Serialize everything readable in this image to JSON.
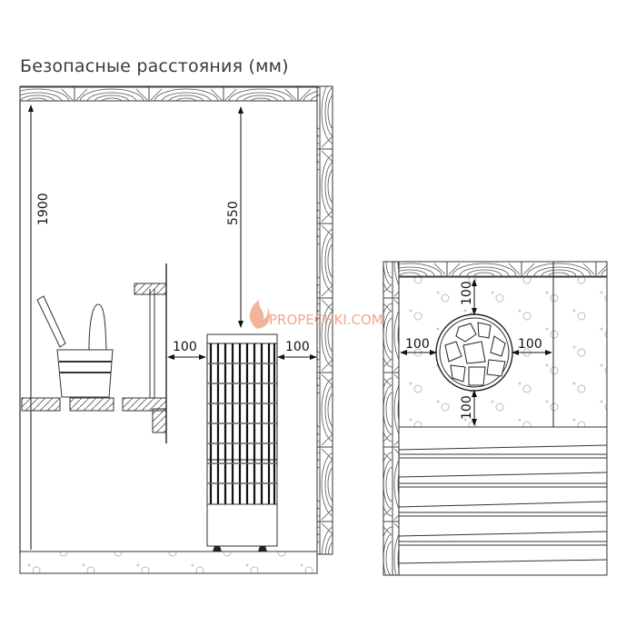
{
  "title": "Безопасные расстояния (мм)",
  "watermark": {
    "text": "PROPECHKI.COM",
    "color": "#f0a88a"
  },
  "side_view": {
    "dimensions": {
      "ceiling_height": "1900",
      "heater_to_ceiling": "550",
      "heater_left_clearance": "100",
      "heater_right_clearance": "100"
    },
    "elements": [
      "wall-wood-logs",
      "ceiling-logs",
      "bench",
      "sauna-bucket-with-ladle",
      "guard-rail",
      "heater",
      "floor"
    ]
  },
  "top_view": {
    "dimensions": {
      "top_clearance": "100",
      "left_clearance": "100",
      "right_clearance": "100",
      "bottom_clearance": "100"
    },
    "elements": [
      "wall-logs",
      "heater-stones-round",
      "floor-tiles",
      "bench-boards"
    ]
  },
  "colors": {
    "line": "#222222",
    "accent": "#f0a88a"
  }
}
